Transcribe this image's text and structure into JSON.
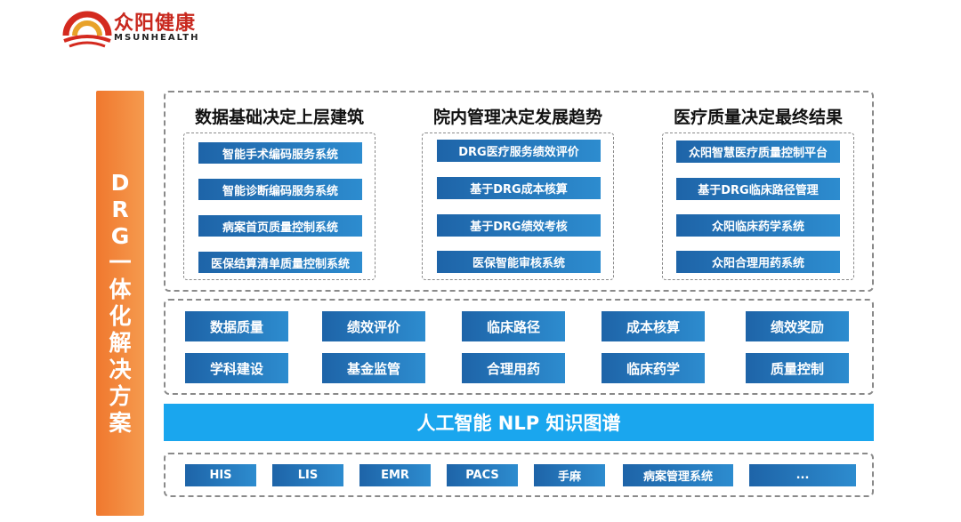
{
  "logo": {
    "cn": "众阳健康",
    "en": "MSUNHEALTH"
  },
  "side_label": [
    "D",
    "R",
    "G",
    "一",
    "体",
    "化",
    "解",
    "决",
    "方",
    "案"
  ],
  "columns": [
    {
      "title": "数据基础决定上层建筑",
      "items": [
        "智能手术编码服务系统",
        "智能诊断编码服务系统",
        "病案首页质量控制系统",
        "医保结算清单质量控制系统"
      ]
    },
    {
      "title": "院内管理决定发展趋势",
      "items": [
        "DRG医疗服务绩效评价",
        "基于DRG成本核算",
        "基于DRG绩效考核",
        "医保智能审核系统"
      ]
    },
    {
      "title": "医疗质量决定最终结果",
      "items": [
        "众阳智慧医疗质量控制平台",
        "基于DRG临床路径管理",
        "众阳临床药学系统",
        "众阳合理用药系统"
      ]
    }
  ],
  "modules": {
    "row1": [
      "数据质量",
      "绩效评价",
      "临床路径",
      "成本核算",
      "绩效奖励"
    ],
    "row2": [
      "学科建设",
      "基金监管",
      "合理用药",
      "临床药学",
      "质量控制"
    ]
  },
  "nlp_bar": "人工智能 NLP 知识图谱",
  "base_systems": [
    "HIS",
    "LIS",
    "EMR",
    "PACS",
    "手麻",
    "病案管理系统",
    "..."
  ],
  "colors": {
    "accent_orange": "#f0782e",
    "box_blue": "#1e64a8",
    "bar_blue": "#1aa6ee",
    "logo_red": "#c8281e"
  }
}
